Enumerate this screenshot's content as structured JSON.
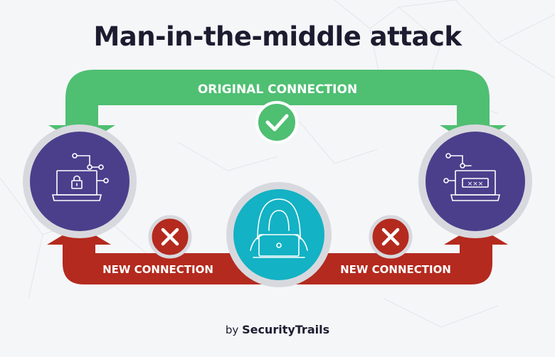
{
  "title": "Man-in-the-middle attack",
  "labels": {
    "original": "ORIGINAL CONNECTION",
    "new_left": "NEW CONNECTION",
    "new_right": "NEW CONNECTION"
  },
  "footer": {
    "prefix": "by ",
    "brand": "SecurityTrails"
  },
  "icons": {
    "left_node": "laptop-lock-icon",
    "right_node": "laptop-password-icon",
    "attacker": "hooded-hacker-icon",
    "ok": "checkmark-icon",
    "blocked": "cross-icon"
  },
  "colors": {
    "background": "#f5f6f8",
    "title": "#1c1c30",
    "green": "#4fbf72",
    "red": "#b42a1e",
    "purple": "#4b3f8c",
    "teal": "#13b2c4",
    "ring": "#d8d9de"
  }
}
